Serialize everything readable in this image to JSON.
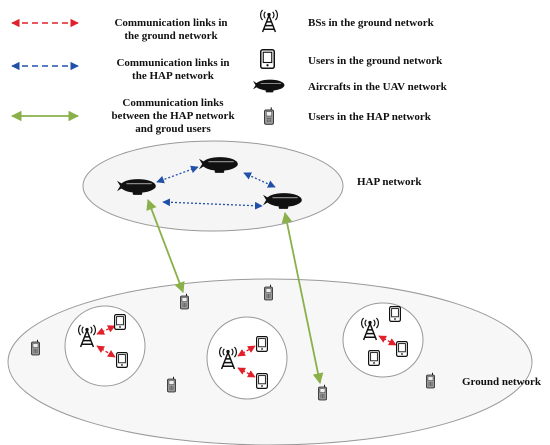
{
  "legend": {
    "ground_links": "Communication links in the ground network",
    "hap_links": "Communication links in the HAP network",
    "hap_ground_links": "Communication links between the HAP network and groud users",
    "bs_ground": "BSs in the ground network",
    "users_ground": "Users in the ground network",
    "aircrafts_uav": "Aircrafts in the UAV network",
    "users_hap": "Users in the HAP network"
  },
  "labels": {
    "hap_network": "HAP network",
    "ground_network": "Ground network"
  },
  "colors": {
    "ground_link": "#e0202a",
    "hap_link": "#2050a8",
    "hap_ground_link": "#8ab04a",
    "stroke": "#999999"
  },
  "icons": {
    "bs": "antenna-tower-icon",
    "user_ground": "smartphone-icon",
    "aircraft": "airship-icon",
    "user_hap": "cellphone-icon"
  }
}
